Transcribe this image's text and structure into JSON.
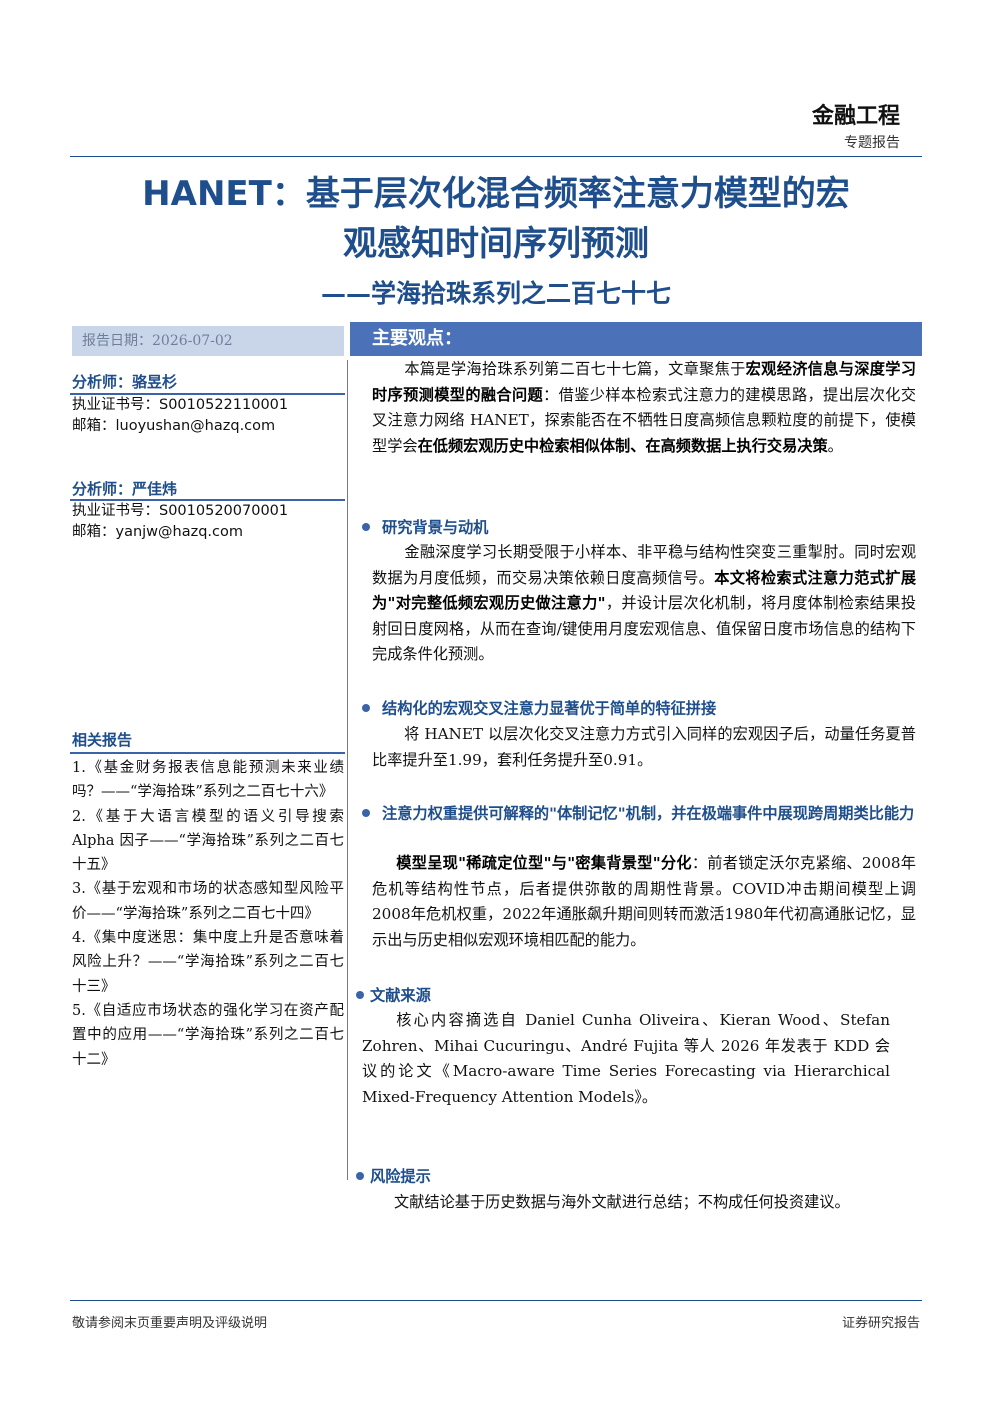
{
  "header": {
    "category": "金融工程",
    "subcategory": "专题报告"
  },
  "title": {
    "line1": "HANET：基于层次化混合频率注意力模型的宏",
    "line2": "观感知时间序列预测",
    "line3": "——学海拾珠系列之二百七十七"
  },
  "report_date": "报告日期：2026-07-02",
  "analysts": [
    {
      "label": "分析师：骆昱杉",
      "cert": "执业证书号：S0010522110001",
      "email": "邮箱：luoyushan@hazq.com"
    },
    {
      "label": "分析师：严佳炜",
      "cert": "执业证书号：S0010520070001",
      "email": "邮箱：yanjw@hazq.com"
    }
  ],
  "related": {
    "heading": "相关报告",
    "items": [
      "1.《基金财务报表信息能预测未来业绩吗？——“学海拾珠”系列之二百七十六》",
      "2.《基于大语言模型的语义引导搜索Alpha 因子——“学海拾珠”系列之二百七十五》",
      "3.《基于宏观和市场的状态感知型风险平价——“学海拾珠”系列之二百七十四》",
      "4.《集中度迷思：集中度上升是否意味着风险上升？——“学海拾珠”系列之二百七十三》",
      "5.《自适应市场状态的强化学习在资产配置中的应用——“学海拾珠”系列之二百七十二》"
    ]
  },
  "main_heading": "主要观点：",
  "intro": {
    "a": "本篇是学海拾珠系列第二百七十七篇，文章聚焦于",
    "b": "宏观经济信息与深度学习时序预测模型的融合问题",
    "c": "：借鉴少样本检索式注意力的建模思路，提出层次化交叉注意力网络 HANET，探索能否在不牺牲日度高频信息颗粒度的前提下，使模型学会",
    "d": "在低频宏观历史中检索相似体制、在高频数据上执行交易决策",
    "e": "。"
  },
  "sections": [
    {
      "title": "研究背景与动机",
      "a": "金融深度学习长期受限于小样本、非平稳与结构性突变三重掣肘。同时宏观数据为月度低频，而交易决策依赖日度高频信号。",
      "b": "本文将检索式注意力范式扩展为\"对完整低频宏观历史做注意力\"",
      "c": "，并设计层次化机制，将月度体制检索结果投射回日度网格，从而在查询/键使用月度宏观信息、值保留日度市场信息的结构下完成条件化预测。"
    },
    {
      "title": "结构化的宏观交叉注意力显著优于简单的特征拼接",
      "a": "将 HANET 以层次化交叉注意力方式引入同样的宏观因子后，动量任务夏普比率提升至1.99，套利任务提升至0.91。"
    },
    {
      "title": "注意力权重提供可解释的\"体制记忆\"机制，并在极端事件中展现跨周期类比能力",
      "a": "模型呈现\"稀疏定位型\"与\"密集背景型\"分化",
      "b": "：前者锁定沃尔克紧缩、2008年危机等结构性节点，后者提供弥散的周期性背景。COVID冲击期间模型上调2008年危机权重，2022年通胀飙升期间则转而激活1980年代初高通胀记忆，显示出与历史相似宏观环境相匹配的能力。"
    },
    {
      "title": "文献来源",
      "a": "核心内容摘选自 Daniel Cunha Oliveira、Kieran Wood、Stefan Zohren、Mihai Cucuringu、André Fujita 等人 2026 年发表于 KDD 会议的论文《Macro-aware Time Series Forecasting via Hierarchical Mixed-Frequency Attention Models》。"
    },
    {
      "title": "风险提示",
      "a": "文献结论基于历史数据与海外文献进行总结；不构成任何投资建议。"
    }
  ],
  "footer": {
    "left": "敬请参阅末页重要声明及评级说明",
    "right": "证券研究报告"
  },
  "colors": {
    "brand": "#1f4e8c",
    "bar": "#4b72b8",
    "date_bar": "#c9d6ea"
  }
}
